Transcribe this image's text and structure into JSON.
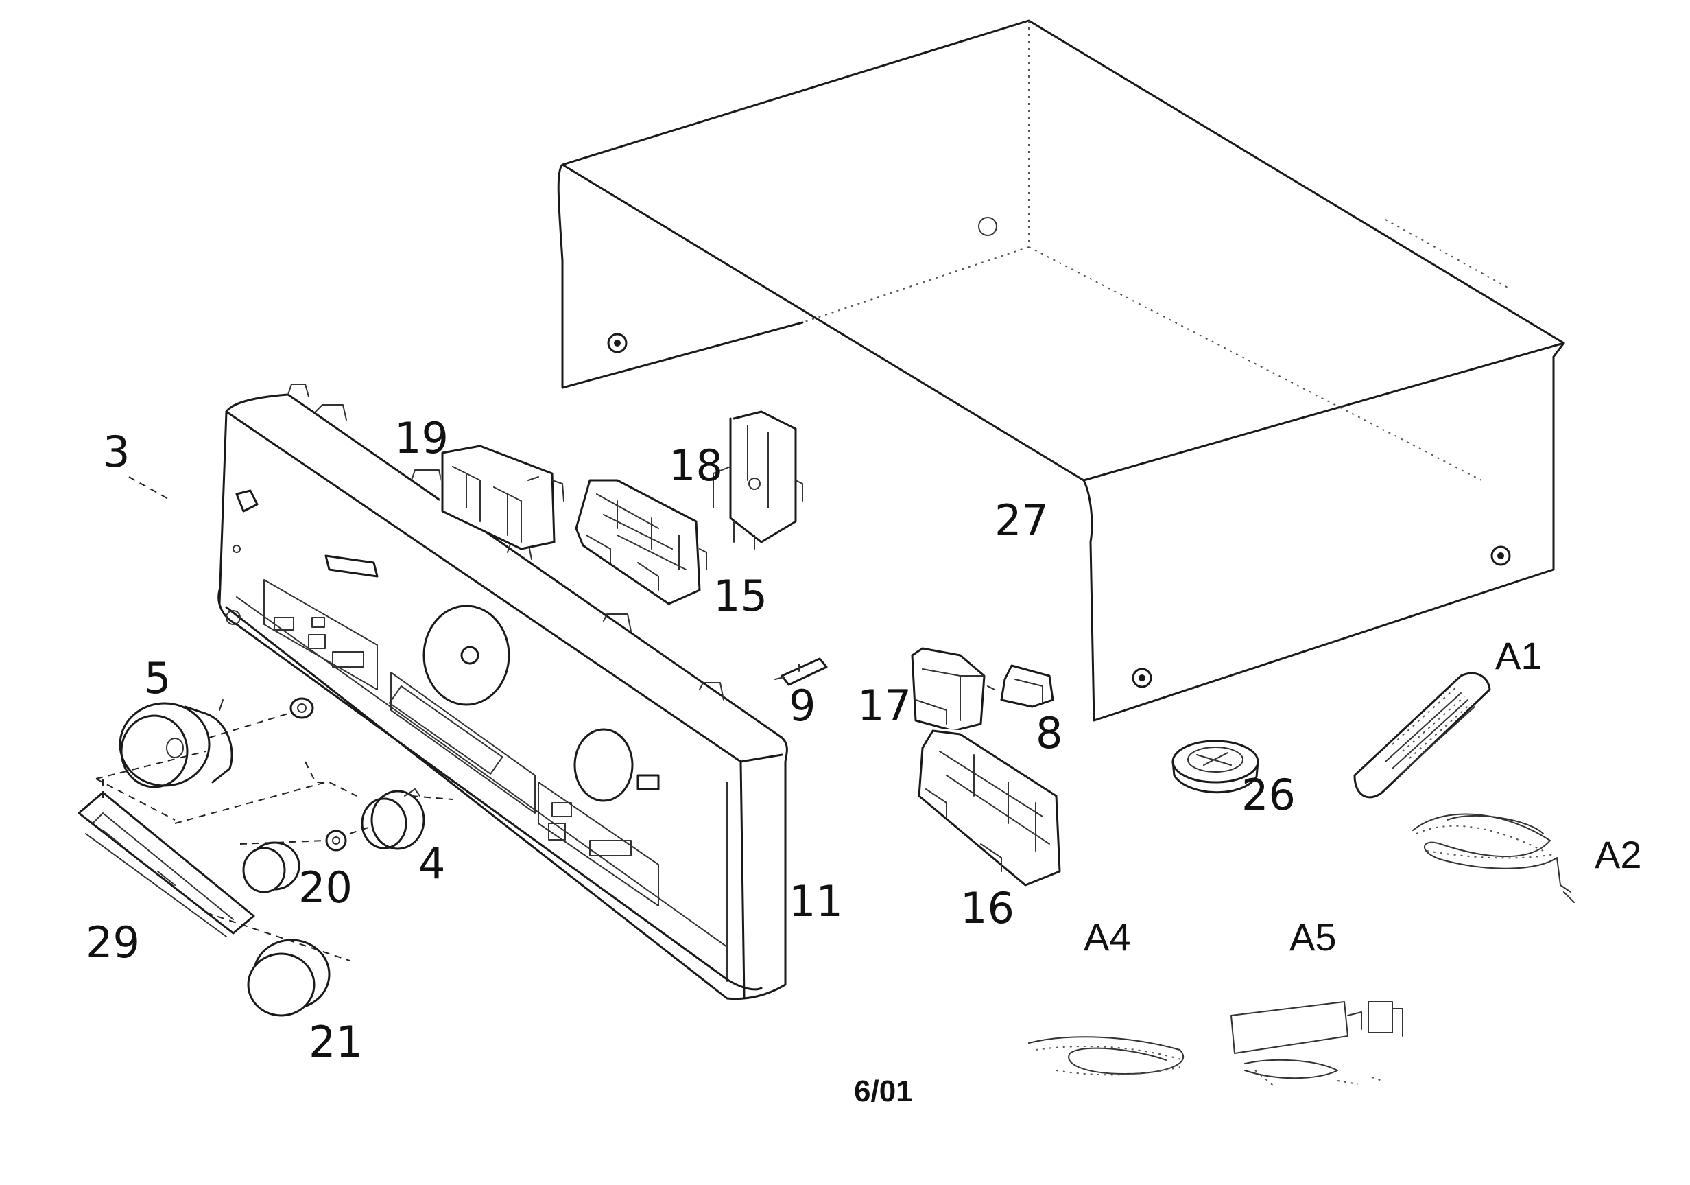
{
  "diagram": {
    "parts": {
      "p3": "3",
      "p27": "27",
      "p19": "19",
      "p18": "18",
      "p15": "15",
      "p9": "9",
      "p17": "17",
      "p8": "8",
      "p5": "5",
      "p4": "4",
      "p20": "20",
      "p29": "29",
      "p21": "21",
      "p11": "11",
      "p16": "16",
      "p26": "26",
      "pA1": "A1",
      "pA2": "A2",
      "pA4": "A4",
      "pA5": "A5"
    },
    "date_code": "6/01"
  }
}
